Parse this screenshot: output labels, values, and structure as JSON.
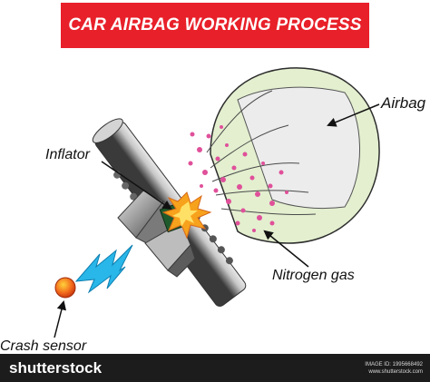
{
  "title": "CAR AIRBAG WORKING PROCESS",
  "labels": {
    "airbag": "Airbag",
    "inflator": "Inflator",
    "nitrogen_gas": "Nitrogen gas",
    "crash_sensor": "Crash sensor"
  },
  "footer": {
    "logo": "shutterstock",
    "image_id": "IMAGE ID: 1995668492",
    "site": "www.shutterstock.com"
  },
  "colors": {
    "banner": "#e8202a",
    "airbag_fill": "#e3efcf",
    "gas_dots": "#e0509a",
    "spark": "#29b6e8",
    "sensor": "#f04a1c",
    "inflator_core": "#1f5a2c"
  }
}
